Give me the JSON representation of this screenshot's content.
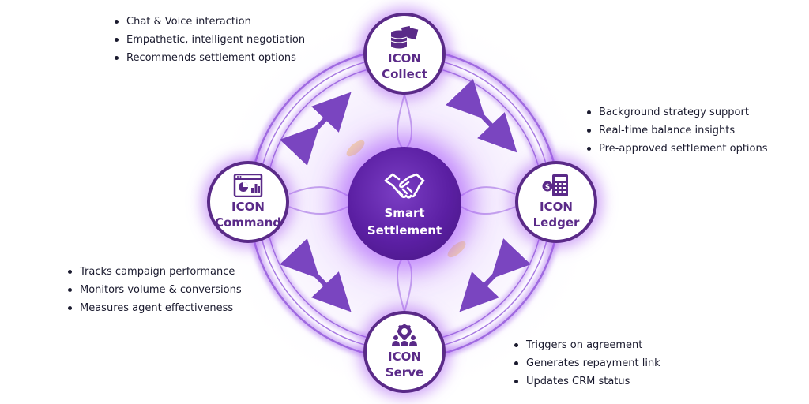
{
  "center": {
    "line1": "Smart",
    "line2": "Settlement",
    "icon": "handshake-icon"
  },
  "nodes": {
    "collect": {
      "line1": "ICON",
      "line2": "Collect",
      "icon": "database-documents-icon"
    },
    "ledger": {
      "line1": "ICON",
      "line2": "Ledger",
      "icon": "calculator-ledger-icon"
    },
    "serve": {
      "line1": "ICON",
      "line2": "Serve",
      "icon": "team-gear-icon"
    },
    "command": {
      "line1": "ICON",
      "line2": "Command",
      "icon": "dashboard-chart-icon"
    }
  },
  "bullets": {
    "collect": [
      "Chat & Voice interaction",
      "Empathetic, intelligent negotiation",
      "Recommends settlement options"
    ],
    "ledger": [
      "Background strategy support",
      "Real-time balance insights",
      "Pre-approved settlement options"
    ],
    "serve": [
      "Triggers on agreement",
      "Generates repayment link",
      "Updates CRM status"
    ],
    "command": [
      "Tracks campaign performance",
      "Monitors volume & conversions",
      "Measures agent effectiveness"
    ]
  },
  "colors": {
    "primary": "#5a2a88",
    "glow": "#a85af0",
    "arrow": "#7a45c0",
    "center": "#5b1fa3"
  }
}
